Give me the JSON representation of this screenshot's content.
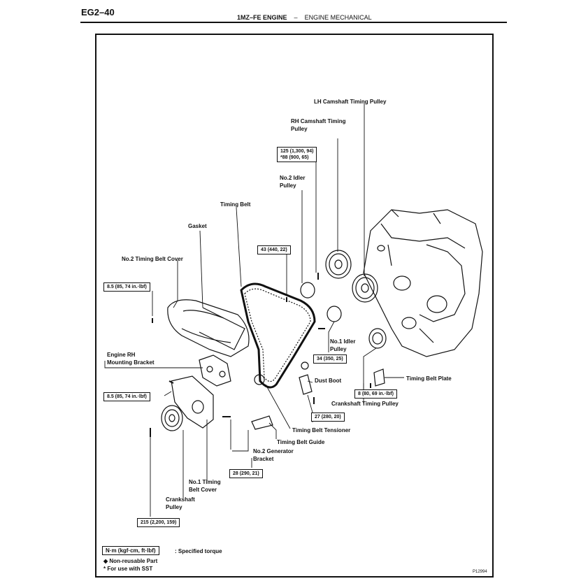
{
  "header": {
    "page_code": "EG2–40",
    "engine": "1MZ–FE ENGINE",
    "separator": "–",
    "section": "ENGINE MECHANICAL"
  },
  "labels": {
    "lh_cam_pulley": "LH Camshaft Timing Pulley",
    "rh_cam_pulley_1": "RH Camshaft Timing",
    "rh_cam_pulley_2": "Pulley",
    "no2_idler_1": "No.2 Idler",
    "no2_idler_2": "Pulley",
    "timing_belt": "Timing Belt",
    "gasket": "Gasket",
    "no2_cover": "No.2 Timing Belt Cover",
    "engine_rh_1": "Engine RH",
    "engine_rh_2": "Mounting Bracket",
    "no1_idler_1": "No.1 Idler",
    "no1_idler_2": "Pulley",
    "dust_boot": "Dust Boot",
    "belt_plate": "Timing Belt Plate",
    "crank_timing_pulley": "Crankshaft Timing Pulley",
    "tensioner": "Timing Belt Tensioner",
    "belt_guide": "Timing Belt Guide",
    "no2_gen_1": "No.2 Generator",
    "no2_gen_2": "Bracket",
    "no1_cover_1": "No.1 Timing",
    "no1_cover_2": "Belt Cover",
    "crank_pulley_1": "Crankshaft",
    "crank_pulley_2": "Pulley"
  },
  "torques": {
    "cam_1": "125 (1,300, 94)",
    "cam_2": "*88 (900, 65)",
    "idler2": "43 (440, 22)",
    "cover2": "8.5 (85, 74 in.·lbf)",
    "idler1": "34 (350, 25)",
    "plate": "8 (80, 69 in.·lbf)",
    "bracket": "8.5 (85, 74 in.·lbf)",
    "tensioner": "27 (280, 20)",
    "generator": "28 (290, 21)",
    "crank": "215 (2,200, 159)"
  },
  "legend": {
    "unit": "N·m (kgf·cm, ft·lbf)",
    "unit_desc": ": Specified torque",
    "nonreusable": "◆ Non-reusable Part",
    "sst": "*  For use with SST"
  },
  "figure_code": "P12994"
}
